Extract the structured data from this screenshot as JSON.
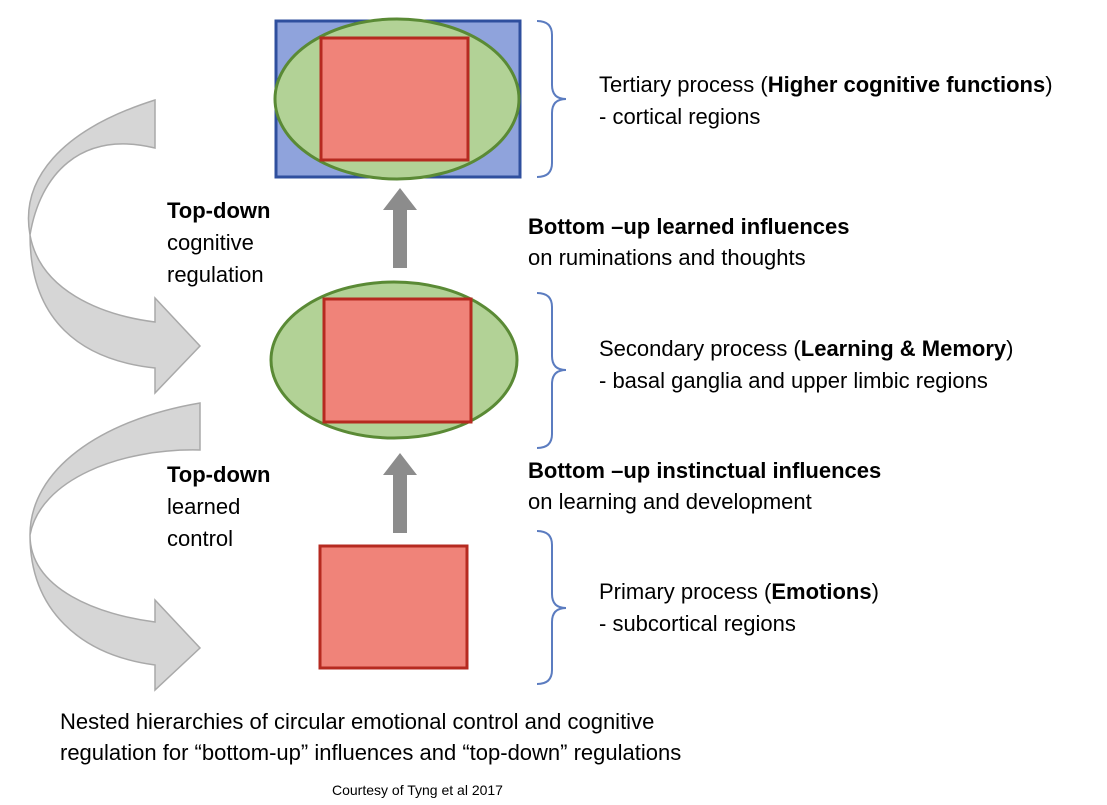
{
  "colors": {
    "blue_fill": "#8FA3DC",
    "blue_stroke": "#2F4F9E",
    "green_fill": "#B2D296",
    "green_stroke": "#5A8A35",
    "red_fill": "#F08379",
    "red_stroke": "#B62A20",
    "arrow_gray": "#8C8C8C",
    "curved_arrow_fill": "#D6D6D6",
    "bracket_blue": "#5B7CC0"
  },
  "tertiary": {
    "prefix": "Tertiary process (",
    "bold": "Higher cognitive functions",
    "suffix": ")",
    "detail": "-  cortical regions"
  },
  "secondary": {
    "prefix": "Secondary process (",
    "bold": "Learning & Memory",
    "suffix": ")",
    "detail": "-  basal ganglia and upper limbic regions"
  },
  "primary": {
    "prefix": "Primary process (",
    "bold": "Emotions",
    "suffix": ")",
    "detail": "-  subcortical regions"
  },
  "bottom_up_upper": {
    "bold": "Bottom –up learned influences",
    "text": "on ruminations and thoughts"
  },
  "bottom_up_lower": {
    "bold": "Bottom –up instinctual influences",
    "text": "on learning and development"
  },
  "top_down_upper": {
    "bold": "Top-down",
    "line2": "cognitive",
    "line3": "regulation"
  },
  "top_down_lower": {
    "bold": "Top-down",
    "line2": "learned",
    "line3": "control"
  },
  "caption": {
    "line1": "Nested hierarchies of circular emotional control and cognitive",
    "line2": "regulation for “bottom-up” influences and “top-down” regulations"
  },
  "credit": "Courtesy of Tyng et al 2017"
}
